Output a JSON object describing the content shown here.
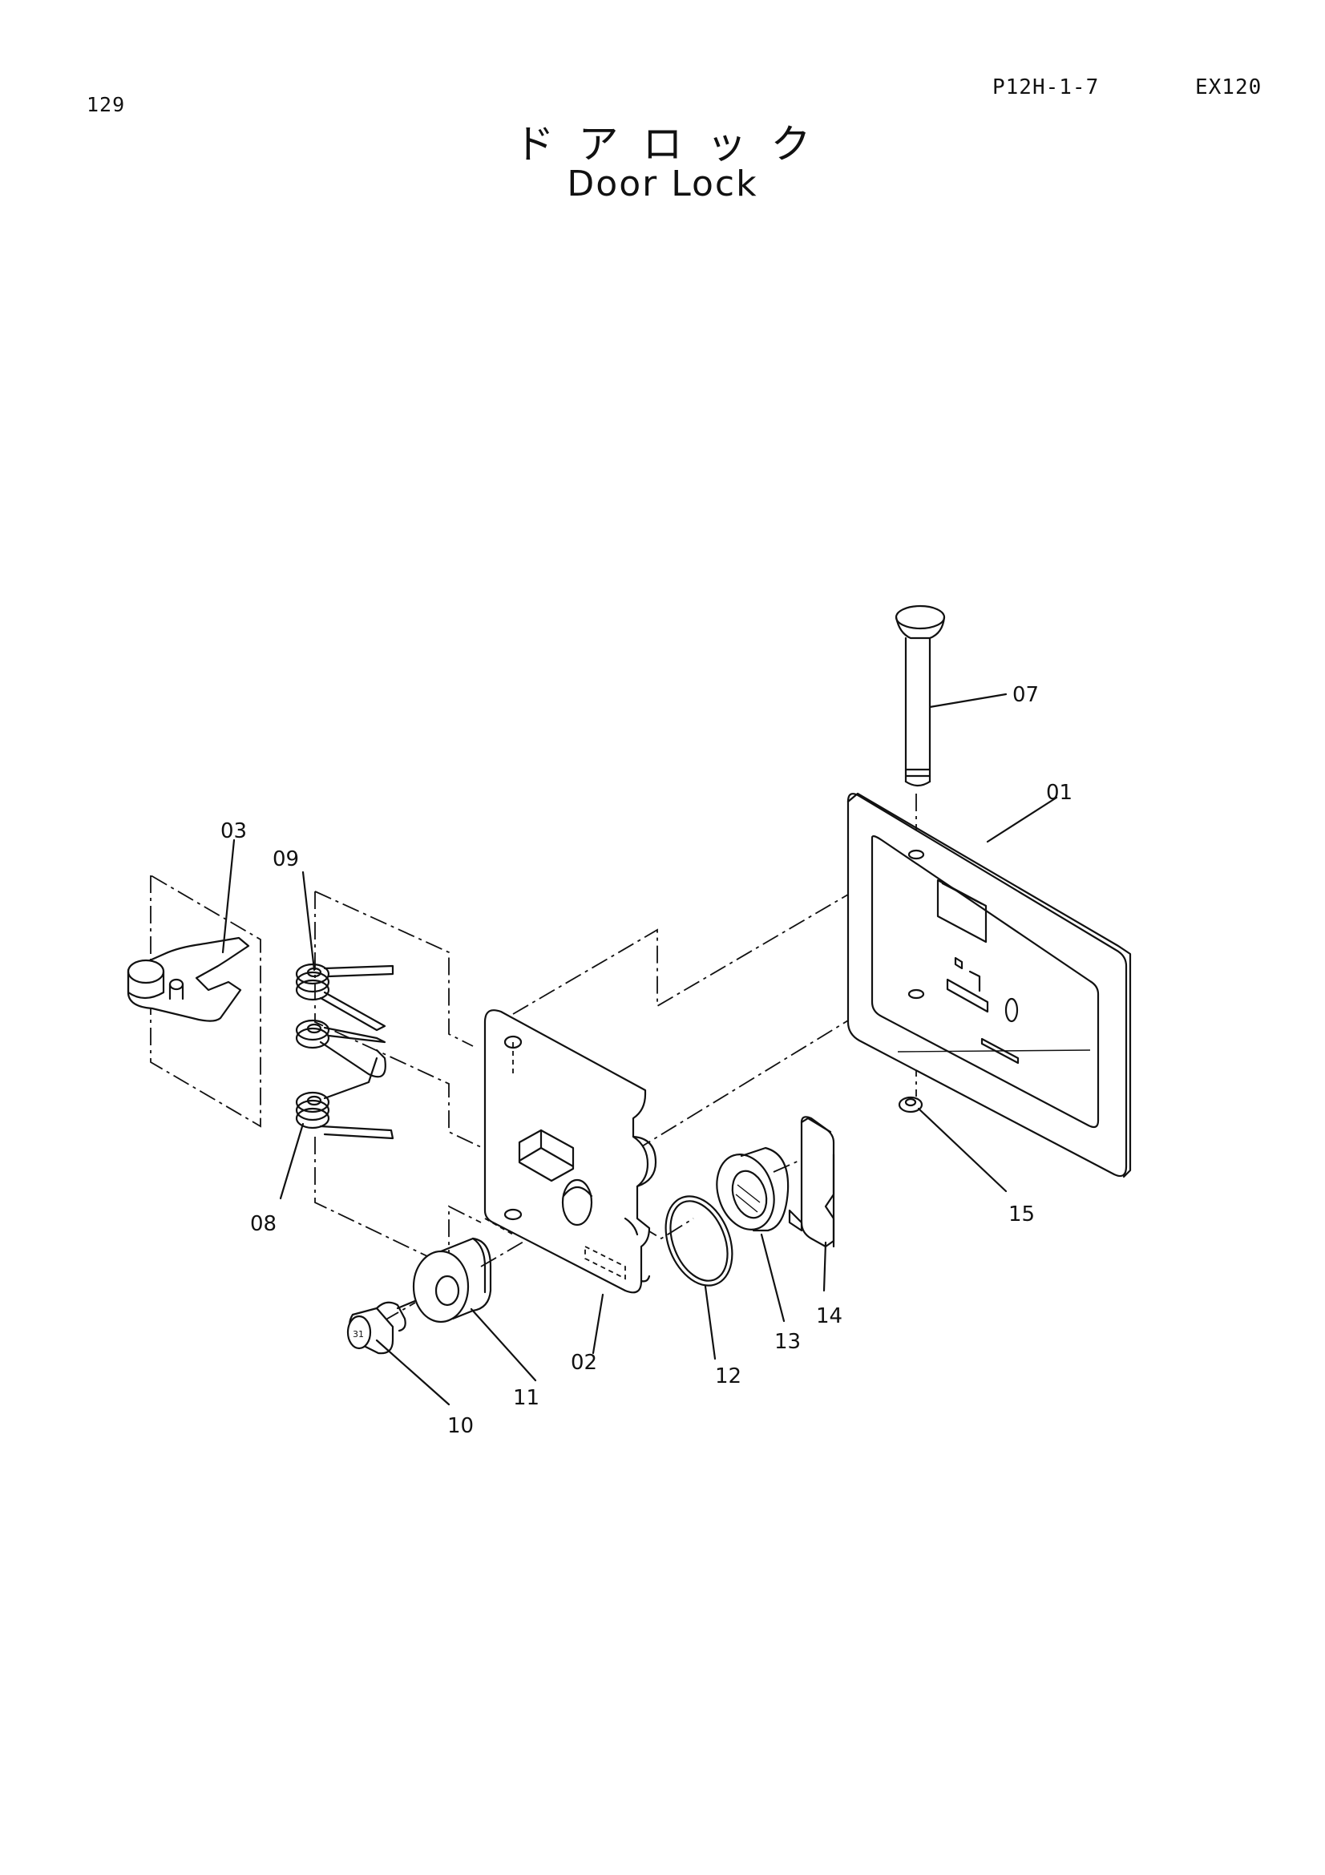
{
  "header": {
    "page_number": "129",
    "ref_code": "P12H-1-7",
    "model_code": "EX120"
  },
  "title": {
    "japanese": "ドアロック",
    "english": "Door Lock"
  },
  "parts": {
    "p01": "01",
    "p02": "02",
    "p03": "03",
    "p07": "07",
    "p08": "08",
    "p09": "09",
    "p10": "10",
    "p11": "11",
    "p12": "12",
    "p13": "13",
    "p14": "14",
    "p15": "15"
  }
}
